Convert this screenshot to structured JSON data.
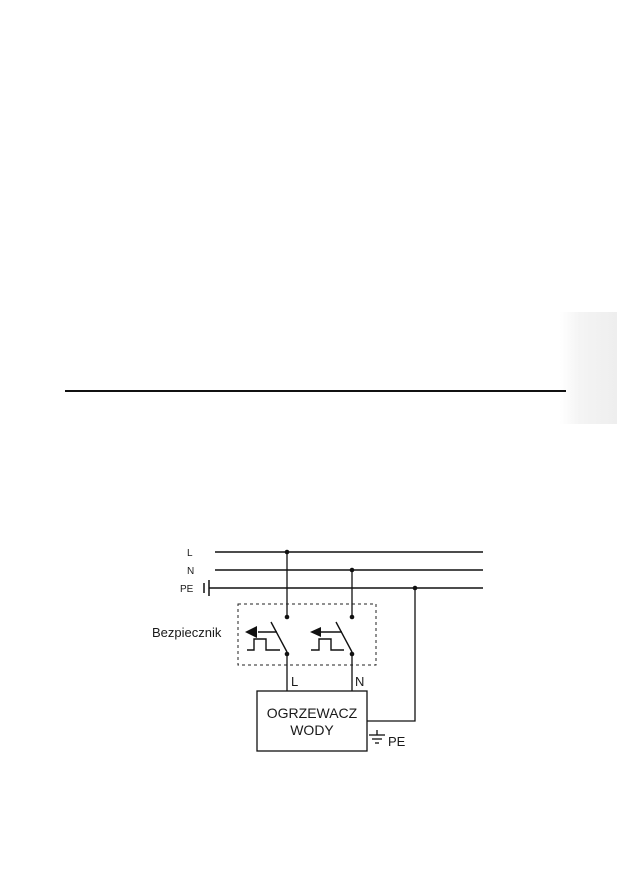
{
  "bus": {
    "l": "L",
    "n": "N",
    "pe": "PE"
  },
  "breaker_label": "Bezpiecznik",
  "terminals": {
    "l": "L",
    "n": "N"
  },
  "heater": {
    "line1": "OGRZEWACZ",
    "line2": "WODY"
  },
  "earth_label": "PE"
}
